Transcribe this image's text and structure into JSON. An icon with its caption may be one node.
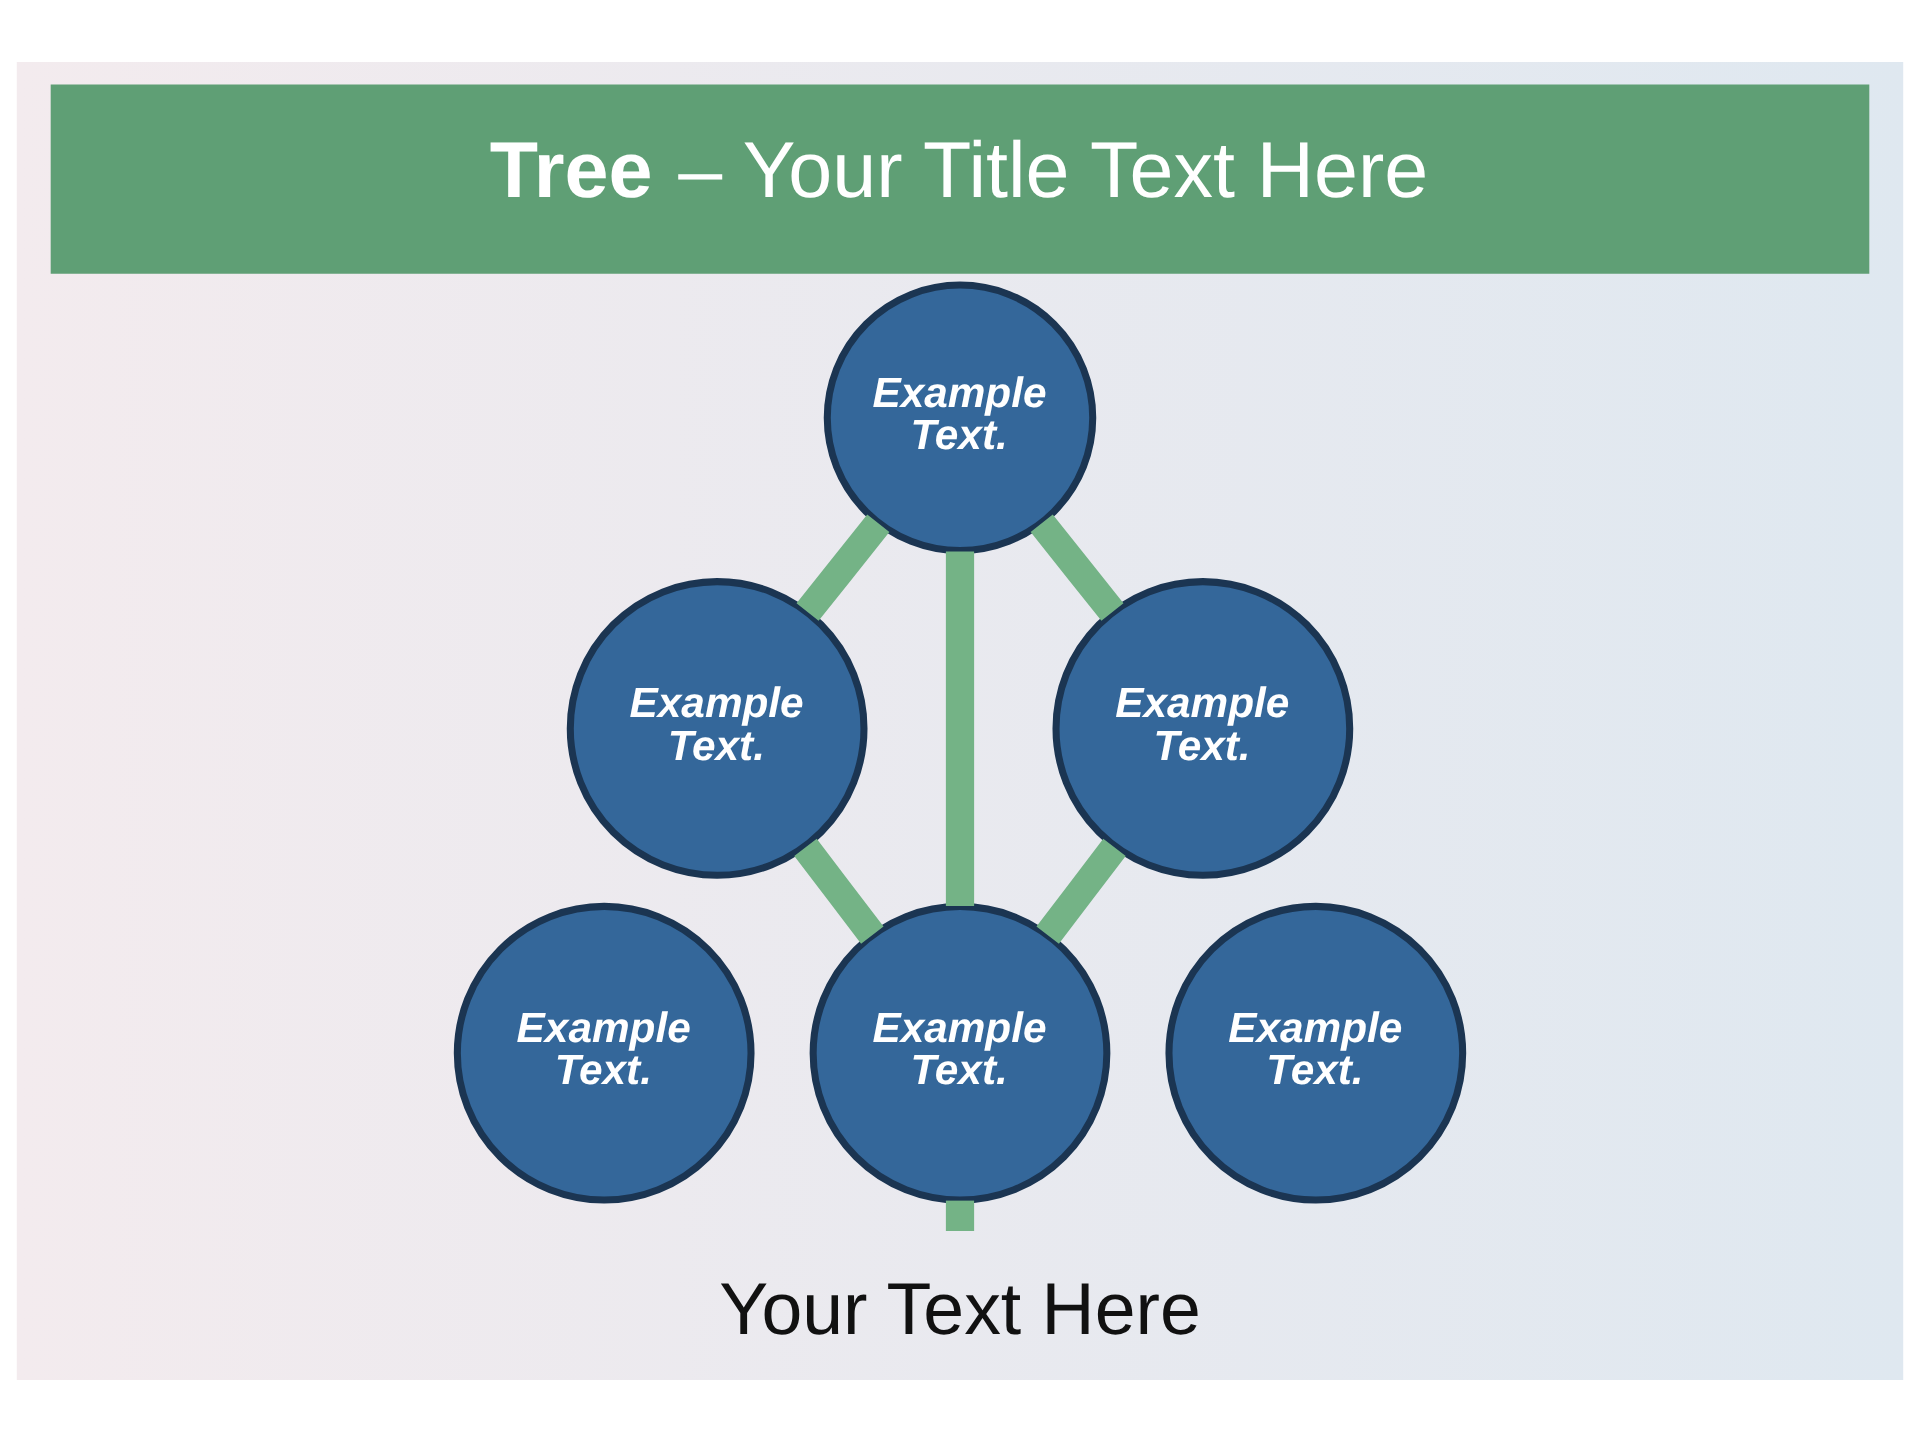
{
  "diagram": {
    "title": "**Tree** – Your Title Text Here",
    "caption": "Your Text Here",
    "nodes": [
      {
        "text": [
          "Example Text."
        ]
      },
      {
        "text": [
          "Example Text."
        ]
      },
      {
        "text": [
          "Example Text."
        ]
      },
      {
        "text": [
          "Example Text."
        ]
      },
      {
        "text": [
          "Example Text."
        ]
      },
      {
        "text": [
          "Example Text."
        ]
      }
    ],
    "edges": [
      {
        "from": null,
        "to": 4,
        "arrow": "none"
      },
      {
        "from": 4,
        "to": 1,
        "arrow": "none"
      },
      {
        "from": 4,
        "to": 0,
        "arrow": "none"
      },
      {
        "from": 4,
        "to": 2,
        "arrow": "none"
      },
      {
        "from": 1,
        "to": 0,
        "arrow": "none"
      },
      {
        "from": 2,
        "to": 0,
        "arrow": "none"
      }
    ]
  }
}
